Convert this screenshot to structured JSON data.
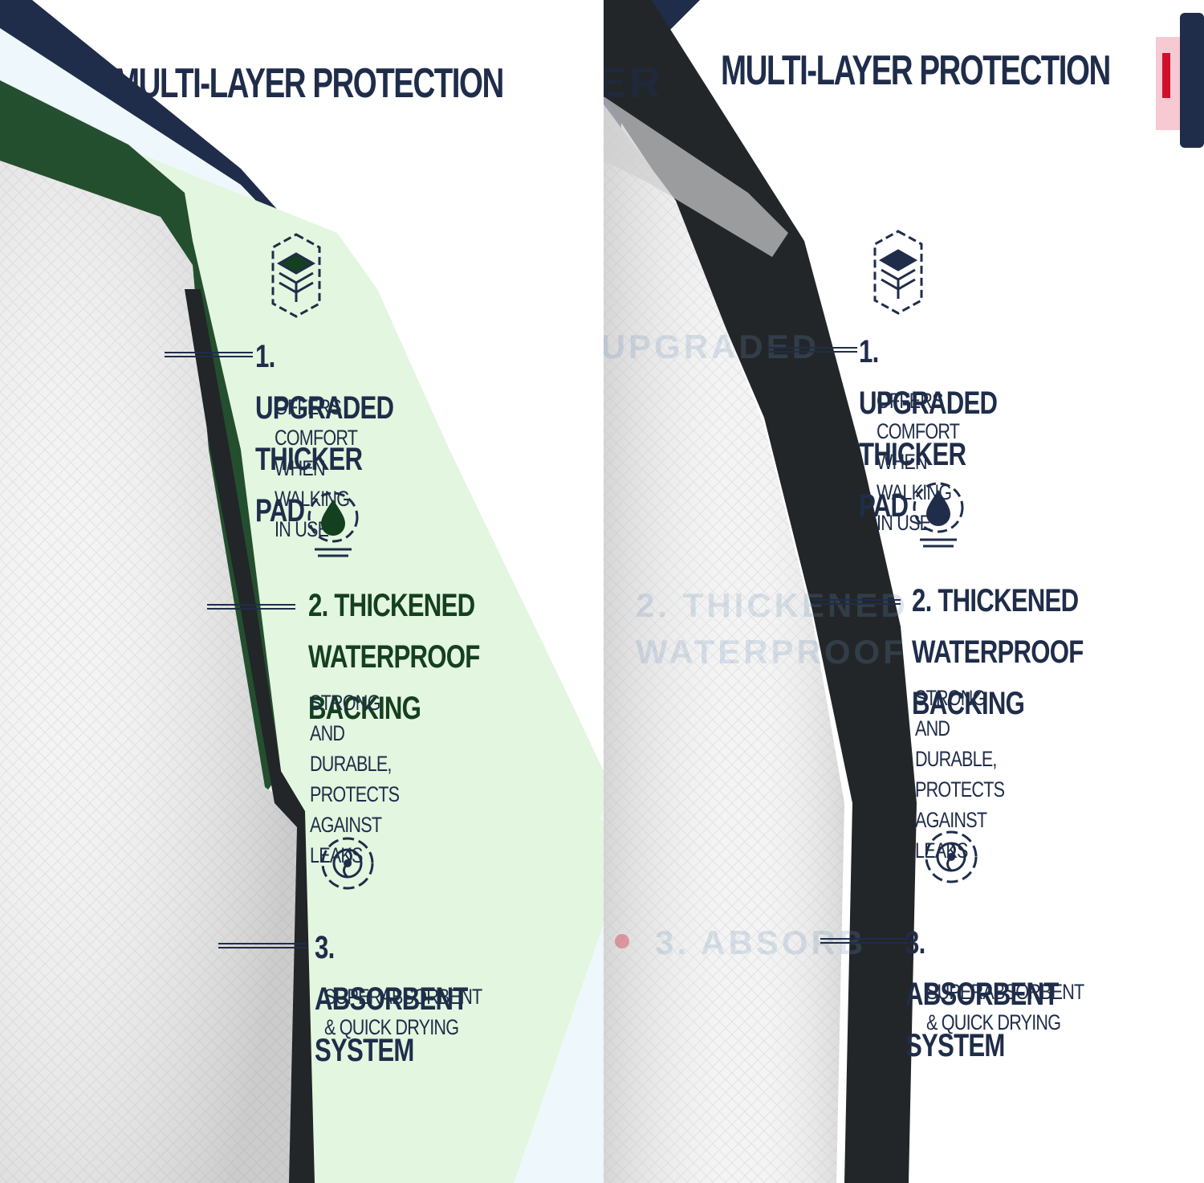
{
  "colors": {
    "navy": "#1f2d4a",
    "dark_green": "#14401f",
    "light_green": "#e3f6df",
    "ice_blue": "#eef7fb",
    "pad_gray": "#dcdcdc",
    "accent_red": "#d0102b",
    "accent_pink": "#f6c9d3"
  },
  "left": {
    "title": "MULTI-LAYER PROTECTION",
    "features": [
      {
        "icon": "layers-shield-icon",
        "headline": "1. UPGRADED THICKER PAD",
        "description": "OFFERS COMFORT WHEN WALKING IN USE"
      },
      {
        "icon": "waterproof-droplet-icon",
        "headline": "2. THICKENED\nWATERPROOF BACKING",
        "description": "STRONG AND DURABLE, PROTECTS\nAGAINST LEAKS"
      },
      {
        "icon": "quick-dry-fan-icon",
        "headline": "3. ABSORBENT SYSTEM",
        "description": "SUPERABSORBENT & QUICK DRYING"
      }
    ]
  },
  "right": {
    "title": "MULTI-LAYER PROTECTION",
    "title_fragment": "ER",
    "ghost_labels": [
      "1. UPGRADED",
      "2. THICKENED",
      "WATERPROOF",
      "3. ABSORB"
    ],
    "features": [
      {
        "icon": "layers-shield-icon",
        "headline": "1. UPGRADED THICKER PAD",
        "description": "OFFERS COMFORT WHEN WALKING IN USE"
      },
      {
        "icon": "waterproof-droplet-icon",
        "headline": "2. THICKENED\nWATERPROOF BACKING",
        "description": "STRONG AND DURABLE, PROTECTS\nAGAINST LEAKS"
      },
      {
        "icon": "quick-dry-fan-icon",
        "headline": "3. ABSORBENT SYSTEM",
        "description": "SUPERABSORBENT & QUICK DRYING"
      }
    ]
  }
}
